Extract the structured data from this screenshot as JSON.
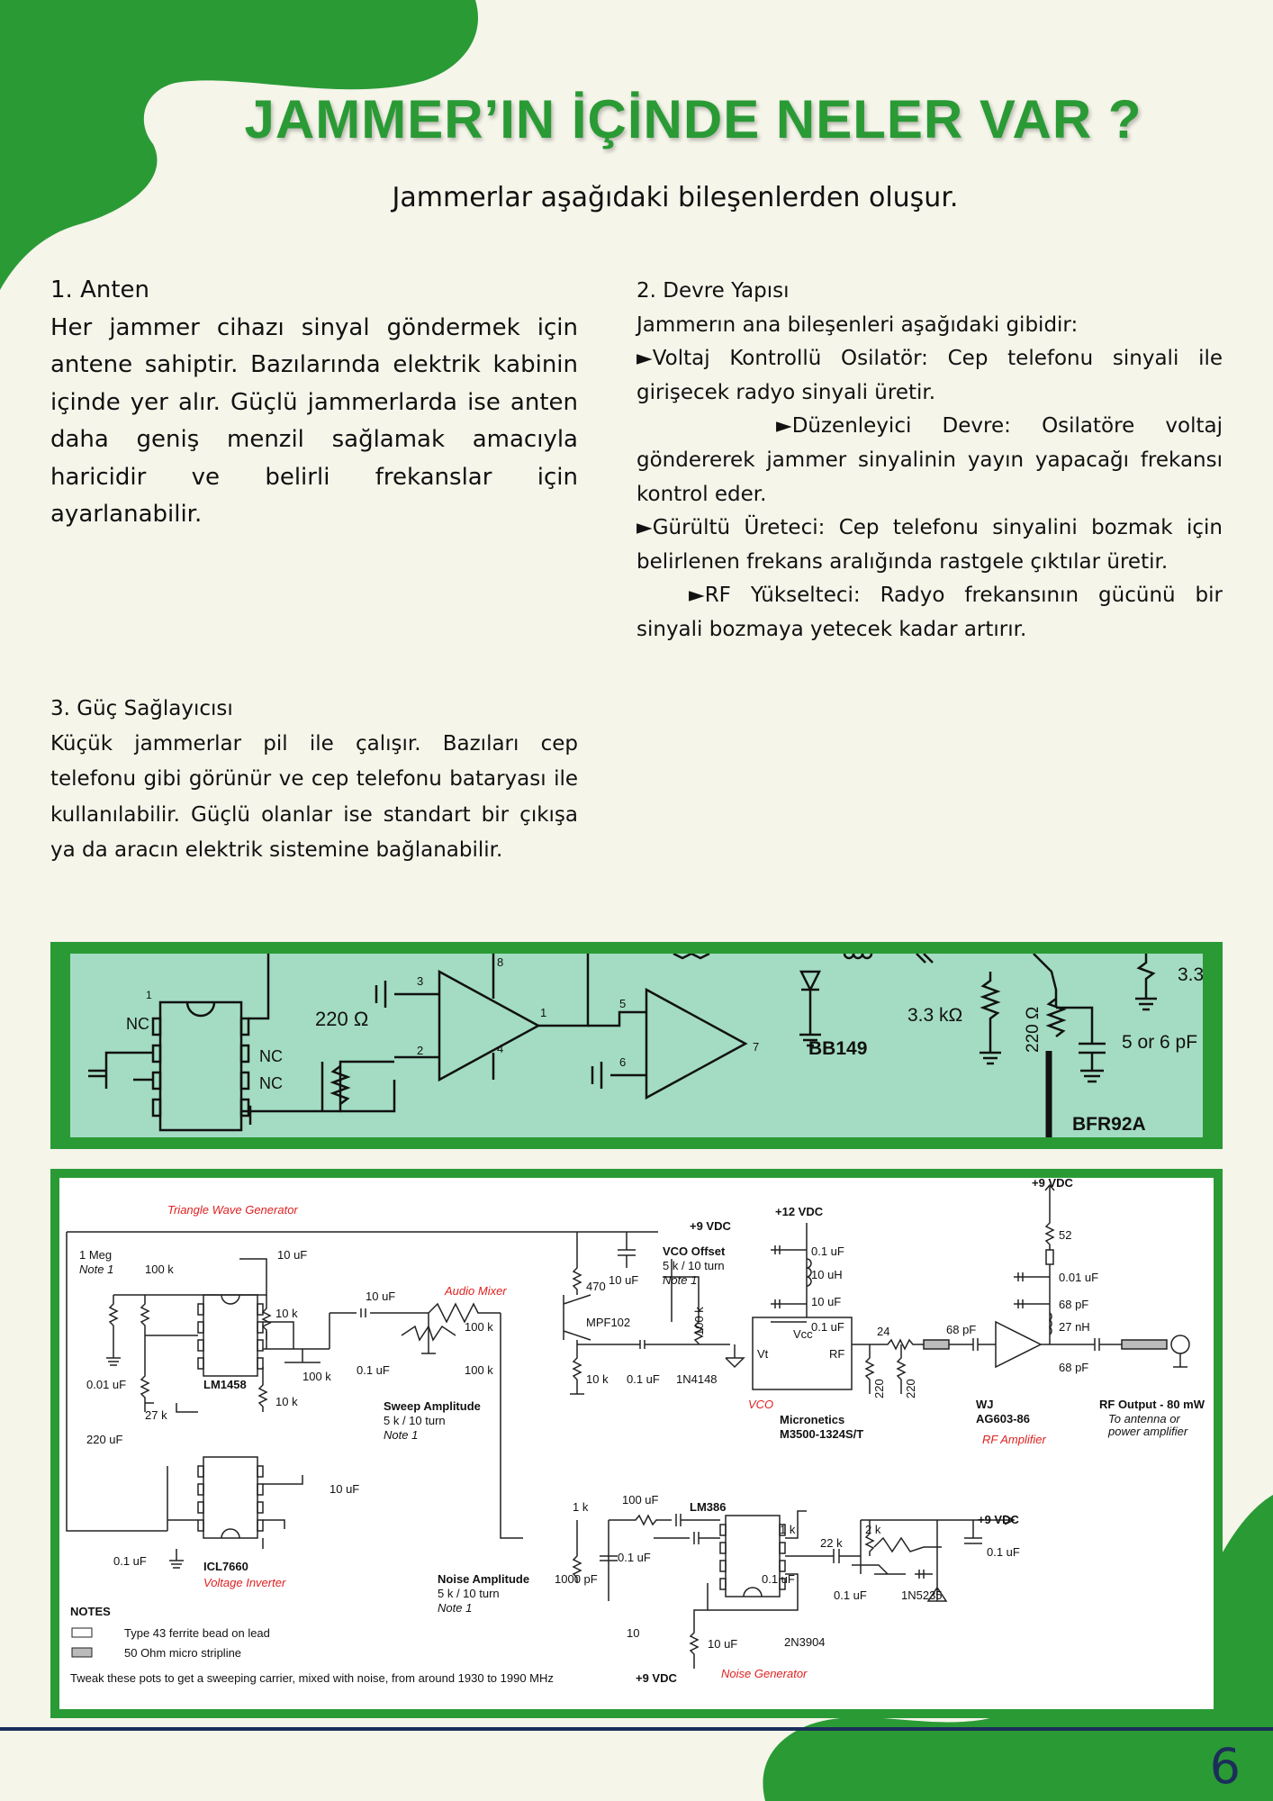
{
  "title": "JAMMER’IN İÇİNDE NELER VAR ?",
  "subtitle": "Jammerlar aşağıdaki bileşenlerden oluşur.",
  "section1": {
    "heading": "1. Anten",
    "body": "Her jammer cihazı sinyal göndermek için antene sahiptir. Bazılarında elektrik kabinin içinde yer alır. Güçlü jammerlarda ise anten daha geniş menzil sağlamak amacıyla haricidir ve belirli frekanslar için ayarlanabilir."
  },
  "section2": {
    "heading": "2. Devre Yapısı",
    "intro": "Jammerın ana bileşenleri aşağıdaki gibidir:",
    "items": [
      "►Voltaj Kontrollü Osilatör: Cep telefonu sinyali ile girişecek radyo sinyali üretir.",
      "►Düzenleyici Devre: Osilatöre voltaj göndererek jammer sinyalinin yayın yapacağı frekansı kontrol eder.",
      "►Gürültü Üreteci: Cep telefonu sinyalini bozmak için belirlenen frekans aralığında rastgele çıktılar üretir.",
      "►RF Yükselteci: Radyo frekansının gücünü bir sinyali bozmaya yetecek kadar artırır."
    ]
  },
  "section3": {
    "heading": "3. Güç Sağlayıcısı",
    "body": "Küçük jammerlar pil ile çalışır. Bazıları cep telefonu gibi görünür ve cep telefonu bataryası ile kullanılabilir. Güçlü olanlar ise standart bir çıkışa ya da aracın elektrik sistemine bağlanabilir."
  },
  "schematic1": {
    "labels": {
      "nc1": "NC",
      "nc2": "NC",
      "nc3": "NC",
      "pin1": "1",
      "r220": "220 Ω",
      "p3": "3",
      "p2": "2",
      "p8": "8",
      "p4": "4",
      "p1": "1",
      "p5": "5",
      "p6": "6",
      "p7": "7",
      "bb149": "BB149",
      "r33k": "3.3 kΩ",
      "r220v": "220 Ω",
      "c56": "5 or 6 pF",
      "bfr92a": "BFR92A",
      "r33": "3.3"
    }
  },
  "schematic2": {
    "labels": {
      "tri": "Triangle Wave Generator",
      "meg": "1 Meg",
      "note1a": "Note 1",
      "k100a": "100 k",
      "uf10a": "10 uF",
      "k10a": "10 k",
      "lm1458": "LM1458",
      "uf001": "0.01 uF",
      "k27": "27 k",
      "k100b": "100 k",
      "k10b": "10 k",
      "uf220": "220 uF",
      "uf10b": "10 uF",
      "uf01a": "0.1 uF",
      "icl7660": "ICL7660",
      "vinv": "Voltage Inverter",
      "uf10c": "10 uF",
      "uf01b": "0.1 uF",
      "mixer": "Audio Mixer",
      "k100c": "100 k",
      "k100d": "100 k",
      "sweep": "Sweep Amplitude",
      "turn1": "5 k / 10 turn",
      "note1b": "Note 1",
      "vdc9a": "+9 VDC",
      "r470": "470",
      "mpf102": "MPF102",
      "k10c": "10 k",
      "uf10d": "10 uF",
      "vcooff": "VCO Offset",
      "turn2": "5 k / 10 turn",
      "note1c": "Note 1",
      "k100e": "100 k",
      "uf01c": "0.1 uF",
      "n4148": "1N4148",
      "vdc12": "+12 VDC",
      "uf01d": "0.1 uF",
      "uh10": "10 uH",
      "uf10e": "10 uF",
      "uf01e": "0.1 uF",
      "vcc": "Vcc",
      "vt": "Vt",
      "rf": "RF",
      "vco": "VCO",
      "micro": "Micronetics",
      "m3500": "M3500-1324S/T",
      "r24": "24",
      "r220a": "220",
      "r220b": "220",
      "pf68a": "68 pF",
      "vdc9b": "+9 VDC",
      "r52": "52",
      "uf001b": "0.01 uF",
      "pf68b": "68 pF",
      "nh27": "27 nH",
      "wj": "WJ",
      "ag603": "AG603-86",
      "rfamp": "RF Amplifier",
      "pf68c": "68 pF",
      "rfout": "RF Output - 80 mW",
      "toant": "To antenna or",
      "poweramp": "power amplifier",
      "k1a": "1 k",
      "uf100": "100 uF",
      "lm386": "LM386",
      "uf01f": "0.1 uF",
      "noise": "Noise Amplitude",
      "pf1000": "1000 pF",
      "turn3": "5 k / 10 turn",
      "note1d": "Note 1",
      "r10": "10",
      "uf10f": "10 uF",
      "vdc9c": "+9 VDC",
      "noisegen": "Noise Generator",
      "k1b": "1 k",
      "k22": "22 k",
      "k2": "2 k",
      "vdc9d": "+9 VDC",
      "uf01g": "0.1 uF",
      "uf01h": "0.1 uF",
      "uf01i": "0.1 uF",
      "n5235": "1N5235",
      "n3904": "2N3904",
      "notes": "NOTES",
      "ferrite": "Type 43 ferrite bead on lead",
      "strip": "50 Ohm micro stripline",
      "tweak": "Tweak these pots to get a sweeping carrier, mixed with noise, from around 1930 to 1990 MHz"
    }
  },
  "page_number": "6",
  "colors": {
    "accent": "#2a9a35",
    "background": "#f5f5ea",
    "schematic_bg": "#a3dcc3",
    "navy": "#1b2e5a"
  }
}
